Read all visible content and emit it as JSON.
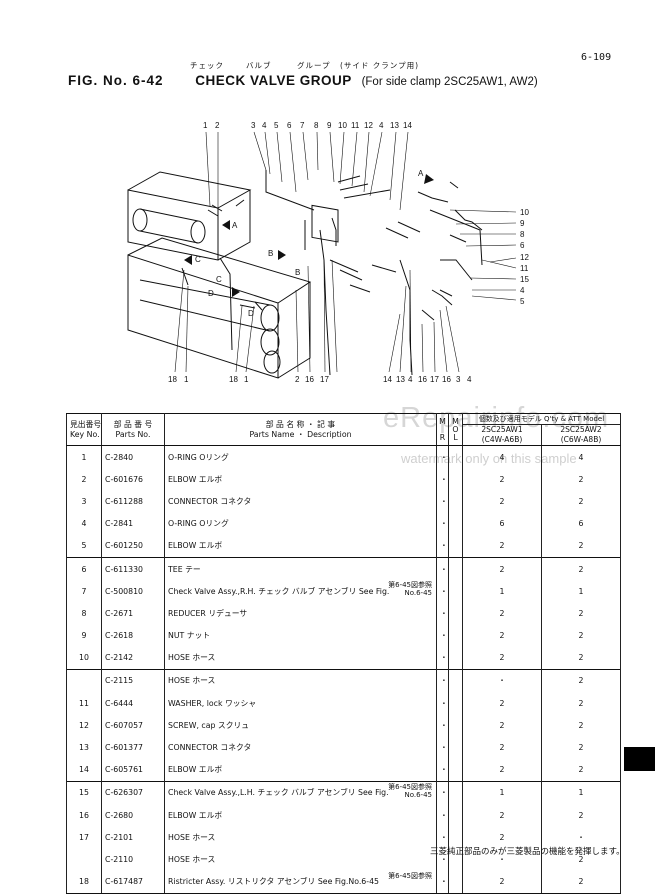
{
  "page_number": "6-109",
  "title": {
    "kana_hints": [
      "チェック",
      "バルブ",
      "グループ",
      "(サイド クランプ用)"
    ],
    "fig_label": "FIG.  No.  6-42",
    "main": "CHECK VALVE GROUP",
    "sub": "(For side clamp 2SC25AW1, AW2)"
  },
  "diagram": {
    "top_callouts": [
      "1",
      "2",
      "3",
      "4",
      "5",
      "6",
      "7",
      "8",
      "9",
      "10",
      "11",
      "12",
      "4",
      "13",
      "14"
    ],
    "right_callouts": [
      "10",
      "9",
      "8",
      "6",
      "12",
      "11",
      "15",
      "4",
      "5"
    ],
    "bottom_callouts": [
      "18",
      "1",
      "18",
      "1",
      "2",
      "16",
      "17",
      "14",
      "13",
      "4",
      "16",
      "17",
      "16",
      "3",
      "4"
    ],
    "view_letters": [
      "A",
      "C",
      "B",
      "D",
      "A",
      "B",
      "C",
      "D"
    ]
  },
  "watermark": {
    "main": "eRepairinfo.com",
    "sub": "watermark only on this sample"
  },
  "table": {
    "headers": {
      "key_jp": "見出番号",
      "key_en": "Key No.",
      "part_jp": "部 品 番 号",
      "part_en": "Parts No.",
      "name_jp": "部 品 名 称 ・ 記  事",
      "name_en": "Parts Name ・ Description",
      "m": "M",
      "r": "R",
      "mol": "M\nO\nL",
      "qty_title": "個数及び適用モデル Q'ty & ATT Model",
      "model1": "2SC25AW1",
      "model1_sub": "(C4W-A6B)",
      "model2": "2SC25AW2",
      "model2_sub": "(C6W-A8B)"
    },
    "rows": [
      {
        "key": "1",
        "part": "C-2840",
        "name": "O-RING Oリング",
        "ref": "",
        "dot": "・",
        "q1": "4",
        "q2": "4"
      },
      {
        "key": "2",
        "part": "C-601676",
        "name": "ELBOW エルボ",
        "ref": "",
        "dot": "・",
        "q1": "2",
        "q2": "2"
      },
      {
        "key": "3",
        "part": "C-611288",
        "name": "CONNECTOR コネクタ",
        "ref": "",
        "dot": "・",
        "q1": "2",
        "q2": "2"
      },
      {
        "key": "4",
        "part": "C-2841",
        "name": "O-RING Oリング",
        "ref": "",
        "dot": "・",
        "q1": "6",
        "q2": "6"
      },
      {
        "key": "5",
        "part": "C-601250",
        "name": "ELBOW エルボ",
        "ref": "",
        "dot": "・",
        "q1": "2",
        "q2": "2"
      },
      {
        "key": "6",
        "part": "C-611330",
        "name": "TEE テー",
        "ref": "",
        "dot": "・",
        "q1": "2",
        "q2": "2"
      },
      {
        "key": "7",
        "part": "C-500810",
        "name": "Check Valve Assy.,R.H. チェック バルブ アセンブリ See Fig.",
        "ref": "第6-45図参照\nNo.6-45",
        "dot": "・",
        "q1": "1",
        "q2": "1"
      },
      {
        "key": "8",
        "part": "C-2671",
        "name": "REDUCER リデューサ",
        "ref": "",
        "dot": "・",
        "q1": "2",
        "q2": "2"
      },
      {
        "key": "9",
        "part": "C-2618",
        "name": "NUT ナット",
        "ref": "",
        "dot": "・",
        "q1": "2",
        "q2": "2"
      },
      {
        "key": "10",
        "part": "C-2142",
        "name": "HOSE ホース",
        "ref": "",
        "dot": "・",
        "q1": "2",
        "q2": "2"
      },
      {
        "key": "",
        "part": "C-2115",
        "name": "HOSE ホース",
        "ref": "",
        "dot": "・",
        "q1": "・",
        "q2": "2"
      },
      {
        "key": "11",
        "part": "C-6444",
        "name": "WASHER, lock ワッシャ",
        "ref": "",
        "dot": "・",
        "q1": "2",
        "q2": "2"
      },
      {
        "key": "12",
        "part": "C-607057",
        "name": "SCREW, cap スクリュ",
        "ref": "",
        "dot": "・",
        "q1": "2",
        "q2": "2"
      },
      {
        "key": "13",
        "part": "C-601377",
        "name": "CONNECTOR コネクタ",
        "ref": "",
        "dot": "・",
        "q1": "2",
        "q2": "2"
      },
      {
        "key": "14",
        "part": "C-605761",
        "name": "ELBOW エルボ",
        "ref": "",
        "dot": "・",
        "q1": "2",
        "q2": "2"
      },
      {
        "key": "15",
        "part": "C-626307",
        "name": "Check Valve Assy.,L.H. チェック バルブ アセンブリ See Fig.",
        "ref": "第6-45図参照\nNo.6-45",
        "dot": "・",
        "q1": "1",
        "q2": "1"
      },
      {
        "key": "16",
        "part": "C-2680",
        "name": "ELBOW エルボ",
        "ref": "",
        "dot": "・",
        "q1": "2",
        "q2": "2"
      },
      {
        "key": "17",
        "part": "C-2101",
        "name": "HOSE ホース",
        "ref": "",
        "dot": "・",
        "q1": "2",
        "q2": "・"
      },
      {
        "key": "",
        "part": "C-2110",
        "name": "HOSE ホース",
        "ref": "",
        "dot": "・",
        "q1": "・",
        "q2": "2"
      },
      {
        "key": "18",
        "part": "C-617487",
        "name": "Ristricter Assy. リストリクタ アセンブリ See Fig.No.6-45",
        "ref": "第6-45図参照",
        "dot": "・",
        "q1": "2",
        "q2": "2"
      }
    ],
    "separator_before": [
      5,
      10,
      15
    ]
  },
  "footer": "三菱純正部品のみが三菱製品の機能を発揮します。"
}
